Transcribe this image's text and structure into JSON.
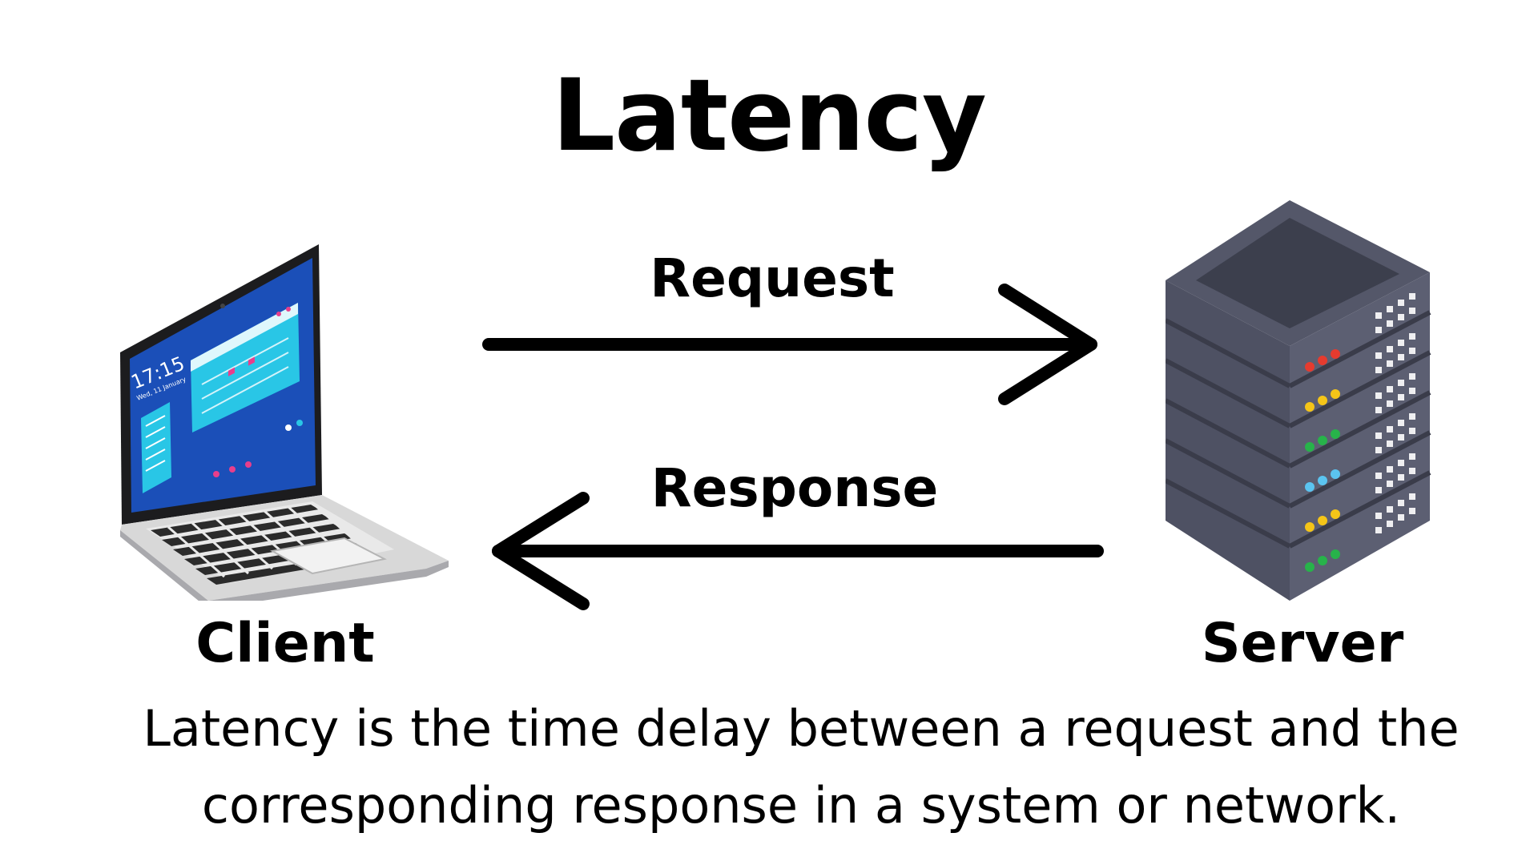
{
  "title": "Latency",
  "arrows": {
    "request_label": "Request",
    "response_label": "Response"
  },
  "nodes": {
    "client_label": "Client",
    "server_label": "Server",
    "client_icon": "laptop-icon",
    "server_icon": "server-rack-icon"
  },
  "laptop_screen": {
    "clock": "17:15",
    "date": "Wed, 11 January"
  },
  "description": {
    "line1": "Latency is the time delay between a request and the",
    "line2": "corresponding response in a system or network."
  },
  "colors": {
    "text": "#000000",
    "background": "#ffffff",
    "laptop_screen": "#1b4fb8",
    "server_body": "#4e5163",
    "server_top": "#3c3f4d"
  },
  "server_led_colors": [
    "#e53b2f",
    "#f5c518",
    "#27b34a",
    "#5bc4f0",
    "#f5c518",
    "#27b34a"
  ]
}
